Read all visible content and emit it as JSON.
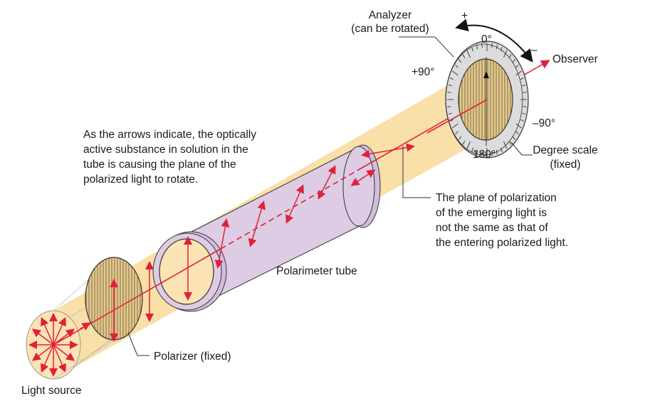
{
  "labels": {
    "analyzer_line1": "Analyzer",
    "analyzer_line2": "(can be rotated)",
    "plus": "+",
    "minus": "–",
    "deg0": "0°",
    "deg_plus90": "+90°",
    "deg_minus90": "–90°",
    "deg180": "180°",
    "observer": "Observer",
    "degree_scale_line1": "Degree scale",
    "degree_scale_line2": "(fixed)",
    "arrows_note": [
      "As the arrows indicate, the optically",
      "active substance in solution in the",
      "tube is causing the plane of the",
      "polarized light to rotate."
    ],
    "plane_note": [
      "The plane of polarization",
      "of the emerging light is",
      "not the same as that of",
      "the entering polarized light."
    ],
    "tube": "Polarimeter tube",
    "polarizer": "Polarizer (fixed)",
    "light_source": "Light source"
  },
  "colors": {
    "beam": "#f9dfa8",
    "tube": "#ddcce4",
    "light_ray": "#e0203a",
    "dial": "#dcdcdc"
  }
}
